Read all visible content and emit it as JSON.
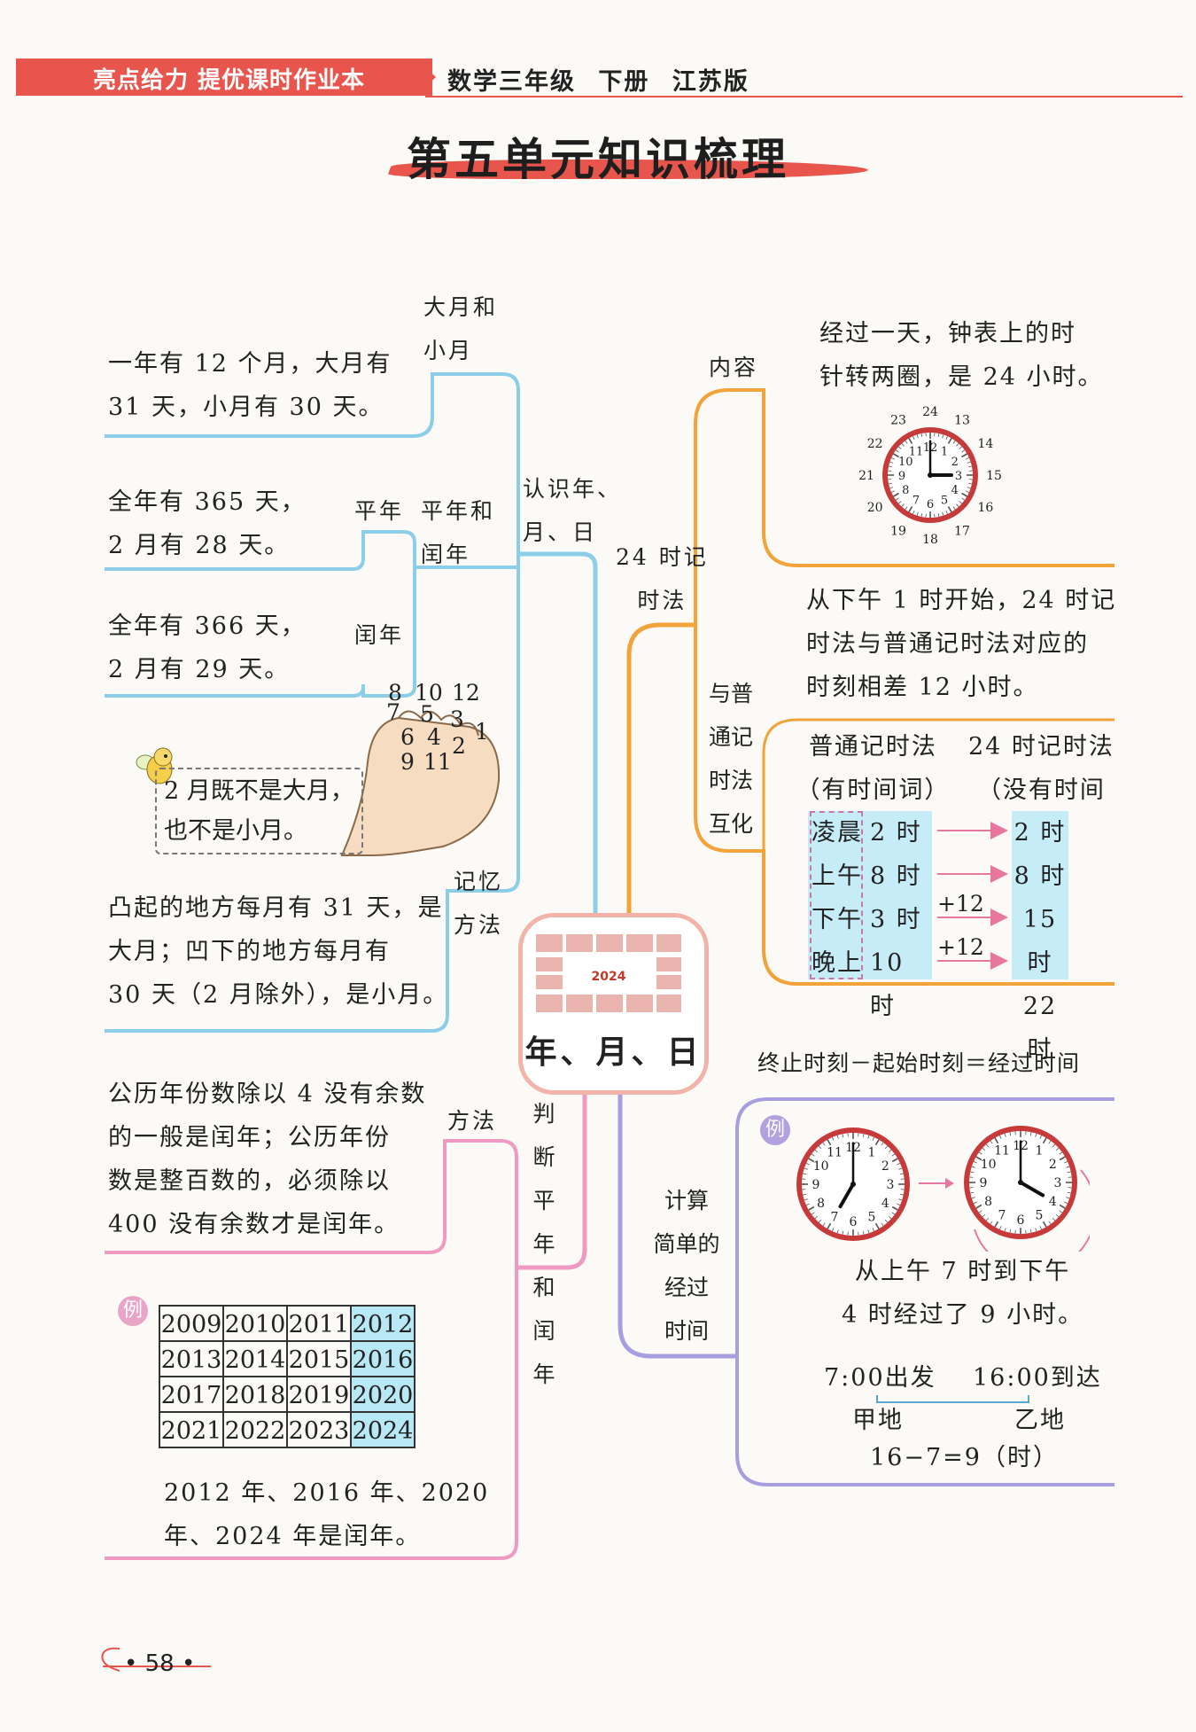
{
  "header": {
    "brand": "亮点给力 提优课时作业本",
    "subject": "数学三年级  下册  江苏版"
  },
  "title": "第五单元知识梳理",
  "center": {
    "label": "年、月、日",
    "calendar_year": "2024"
  },
  "branches": {
    "recognize": "认识年、月、日",
    "recognize_l1": "认识年、",
    "recognize_l2": "月、日",
    "big_small": {
      "label_l1": "大月和",
      "label_l2": "小月",
      "text_l1": "一年有 12 个月，大月有",
      "text_l2": "31 天，小月有 30 天。"
    },
    "leap_common": {
      "label_l1": "平年和",
      "label_l2": "闰年",
      "common_label": "平年",
      "common_l1": "全年有 365 天，",
      "common_l2": "2 月有 28 天。",
      "leap_label": "闰年",
      "leap_l1": "全年有 366 天，",
      "leap_l2": "2 月有 29 天。"
    },
    "memory": {
      "label_l1": "记忆",
      "label_l2": "方法",
      "fist_numbers": [
        "8",
        "10",
        "12",
        "7",
        "5",
        "3",
        "1",
        "6",
        "4",
        "2",
        "9",
        "11"
      ],
      "bubble_l1": "2 月既不是大月，",
      "bubble_l2": "也不是小月。",
      "text_l1": "凸起的地方每月有 31 天，是",
      "text_l2": "大月；凹下的地方每月有",
      "text_l3": "30 天（2 月除外），是小月。"
    },
    "judge": {
      "label": [
        "判断",
        "平年",
        "和",
        "闰年"
      ],
      "method_label": "方法",
      "text_l1": "公历年份数除以 4 没有余数",
      "text_l2": "的一般是闰年；公历年份",
      "text_l3": "数是整百数的，必须除以",
      "text_l4": "400 没有余数才是闰年。",
      "example_badge": "例",
      "years": [
        [
          "2009",
          "2010",
          "2011",
          "2012"
        ],
        [
          "2013",
          "2014",
          "2015",
          "2016"
        ],
        [
          "2017",
          "2018",
          "2019",
          "2020"
        ],
        [
          "2021",
          "2022",
          "2023",
          "2024"
        ]
      ],
      "conclusion_l1": "2012 年、2016 年、2020",
      "conclusion_l2": "年、2024 年是闰年。"
    },
    "h24": {
      "label_l1": "24 时记",
      "label_l2": "时法",
      "content_label": "内容",
      "content_l1": "经过一天，钟表上的时",
      "content_l2": "针转两圈，是 24 小时。",
      "clock_inner": [
        "12",
        "1",
        "2",
        "3",
        "4",
        "5",
        "6",
        "7",
        "8",
        "9",
        "10",
        "11"
      ],
      "clock_outer": [
        "24",
        "13",
        "14",
        "15",
        "16",
        "17",
        "18",
        "19",
        "20",
        "21",
        "22",
        "23"
      ],
      "convert_label": [
        "与普",
        "通记",
        "时法",
        "互化"
      ],
      "convert_l1": "从下午 1 时开始，24 时记",
      "convert_l2": "时法与普通记时法对应的",
      "convert_l3": "时刻相差 12 小时。",
      "col1_l1": "普通记时法",
      "col1_l2": "（有时间词）",
      "col2_l1": "24 时记时法",
      "col2_l2": "（没有时间词）",
      "rows": [
        {
          "word": "凌晨",
          "normal": "2 时",
          "h24": "2 时",
          "op": ""
        },
        {
          "word": "上午",
          "normal": "8 时",
          "h24": "8 时",
          "op": ""
        },
        {
          "word": "下午",
          "normal": "3 时",
          "h24": "15 时",
          "op": "+12"
        },
        {
          "word": "晚上",
          "normal": "10 时",
          "h24": "22 时",
          "op": "+12"
        }
      ]
    },
    "elapsed": {
      "label": [
        "计算",
        "简单的",
        "经过",
        "时间"
      ],
      "formula": "终止时刻－起始时刻＝经过时间",
      "example_badge": "例",
      "clock_nums": [
        "12",
        "1",
        "2",
        "3",
        "4",
        "5",
        "6",
        "7",
        "8",
        "9",
        "10",
        "11"
      ],
      "ex_text_l1": "从上午 7 时到下午",
      "ex_text_l2": "4 时经过了 9 小时。",
      "depart": "7:00出发",
      "arrive": "16:00到达",
      "from": "甲地",
      "to": "乙地",
      "calc": "16−7=9（时）"
    }
  },
  "page_number": "• 58 •",
  "colors": {
    "red": "#e8554d",
    "blue": "#8ccde8",
    "orange": "#f2a33a",
    "purple": "#a79ee0",
    "pink": "#ef99c3",
    "leap_fill": "#b8e8f5"
  }
}
